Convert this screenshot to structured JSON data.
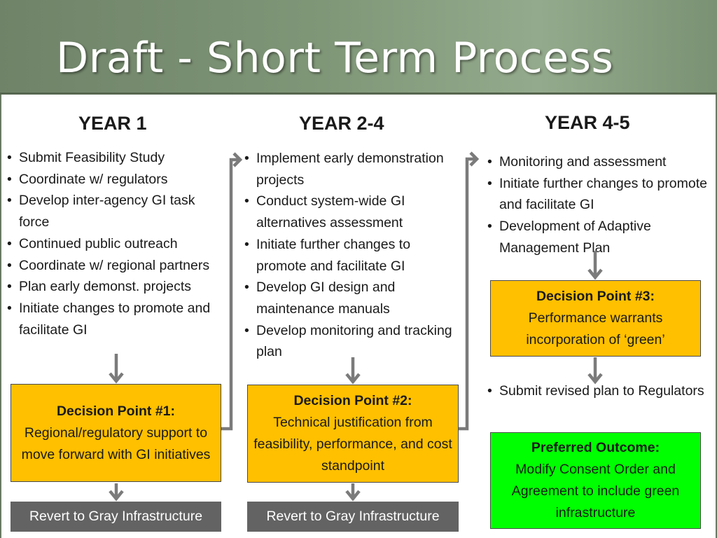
{
  "slide": {
    "title": "Draft - Short Term Process"
  },
  "columns": [
    {
      "title": "YEAR 1",
      "items": [
        "Submit Feasibility Study",
        "Coordinate w/ regulators",
        "Develop inter-agency GI task force",
        "Continued public outreach",
        "Coordinate w/ regional partners",
        "Plan early demonst. projects",
        "Initiate changes to promote and facilitate GI"
      ],
      "decision": {
        "title": "Decision Point #1:",
        "text": "Regional/regulatory support to move forward with GI initiatives"
      },
      "revert": "Revert to Gray Infrastructure"
    },
    {
      "title": "YEAR 2-4",
      "items": [
        "Implement early demonstration projects",
        "Conduct system-wide GI alternatives assessment",
        "Initiate further changes to promote and facilitate GI",
        "Develop GI design and maintenance manuals",
        "Develop monitoring and tracking plan"
      ],
      "decision": {
        "title": "Decision Point #2:",
        "text": "Technical justification from feasibility, performance, and cost standpoint"
      },
      "revert": "Revert to Gray Infrastructure"
    },
    {
      "title": "YEAR 4-5",
      "items": [
        "Monitoring and assessment",
        "Initiate further changes to promote and facilitate GI",
        "Development of Adaptive Management Plan"
      ],
      "decision": {
        "title": "Decision Point #3:",
        "text": "Performance warrants incorporation of ‘green’"
      },
      "followup": [
        "Submit revised plan to Regulators"
      ],
      "outcome": {
        "title": "Preferred Outcome:",
        "text": "Modify Consent Order and Agreement to include green infrastructure"
      }
    }
  ],
  "colors": {
    "decision_fill": "#ffc000",
    "outcome_fill": "#00ff00",
    "revert_fill": "#636363",
    "connector": "#7b7b7b",
    "header_band": "#7f9677"
  }
}
